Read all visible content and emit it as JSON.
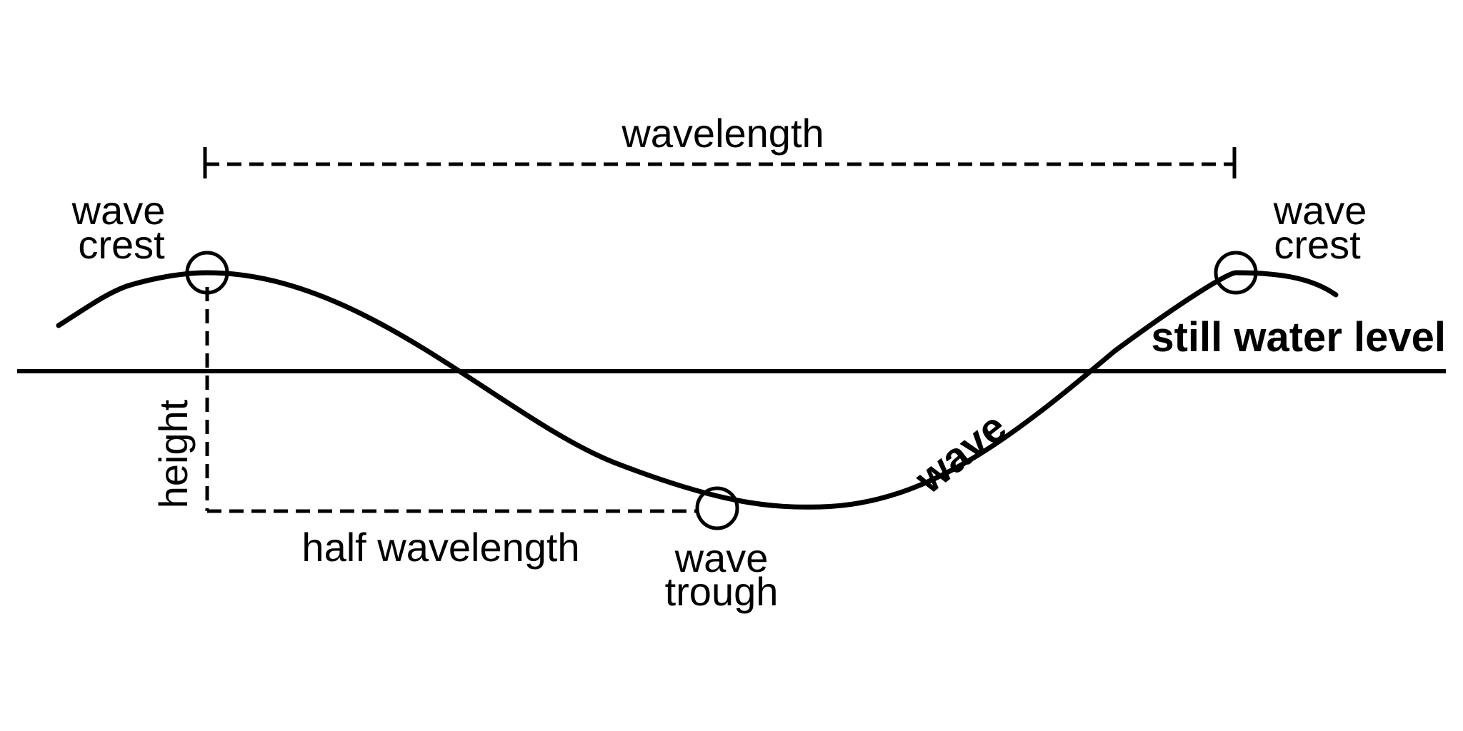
{
  "diagram": {
    "labels": {
      "wavelength": "wavelength",
      "wave_crest_left_line1": "wave",
      "wave_crest_left_line2": "crest",
      "wave_crest_right_line1": "wave",
      "wave_crest_right_line2": "crest",
      "still_water_level": "still water level",
      "height": "height",
      "half_wavelength": "half wavelength",
      "wave_trough_line1": "wave",
      "wave_trough_line2": "trough",
      "wave": "wave"
    },
    "colors": {
      "stroke": "#000000",
      "background": "#ffffff"
    }
  }
}
